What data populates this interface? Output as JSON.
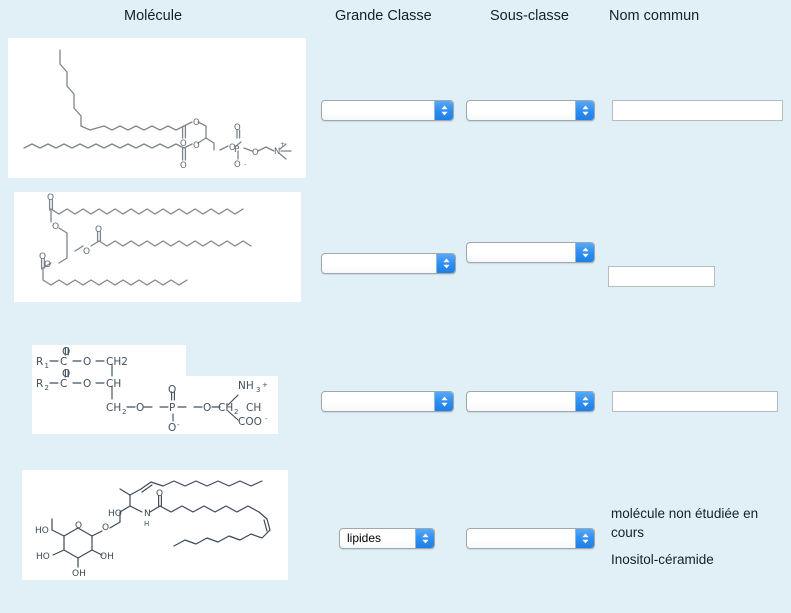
{
  "headers": {
    "molecule": "Molécule",
    "grande_classe": "Grande Classe",
    "sous_classe": "Sous-classe",
    "nom_commun": "Nom commun"
  },
  "colors": {
    "page_background": "#e1eff7",
    "panel_background": "#ffffff",
    "select_arrow_blue": "#2f8ef0",
    "text": "#15202b",
    "input_border": "#b6bcc0"
  },
  "rows": [
    {
      "id": "row-1",
      "molecule_name": "phosphatidylcholine-structure",
      "grande_classe": {
        "value": "",
        "options": [
          "",
          "lipides"
        ]
      },
      "sous_classe": {
        "value": "",
        "options": [
          ""
        ]
      },
      "nom_commun": {
        "value": "",
        "placeholder": ""
      }
    },
    {
      "id": "row-2",
      "molecule_name": "triacylglycerol-structure",
      "grande_classe": {
        "value": "",
        "options": [
          "",
          "lipides"
        ]
      },
      "sous_classe": {
        "value": "",
        "options": [
          ""
        ]
      },
      "nom_commun": {
        "value": "",
        "placeholder": ""
      }
    },
    {
      "id": "row-3",
      "molecule_name": "phosphatidylserine-schematic",
      "grande_classe": {
        "value": "",
        "options": [
          "",
          "lipides"
        ]
      },
      "sous_classe": {
        "value": "",
        "options": [
          ""
        ]
      },
      "nom_commun": {
        "value": "",
        "placeholder": ""
      }
    },
    {
      "id": "row-4",
      "molecule_name": "glycosphingolipid-structure",
      "grande_classe": {
        "value": "lipides",
        "options": [
          "",
          "lipides"
        ]
      },
      "sous_classe": {
        "value": "",
        "options": [
          ""
        ]
      },
      "note_not_studied": "molécule non étudiée en cours",
      "note_common_name": "Inositol-céramide"
    }
  ],
  "icons": {
    "select_stepper": "chevron-up-down-icon"
  }
}
